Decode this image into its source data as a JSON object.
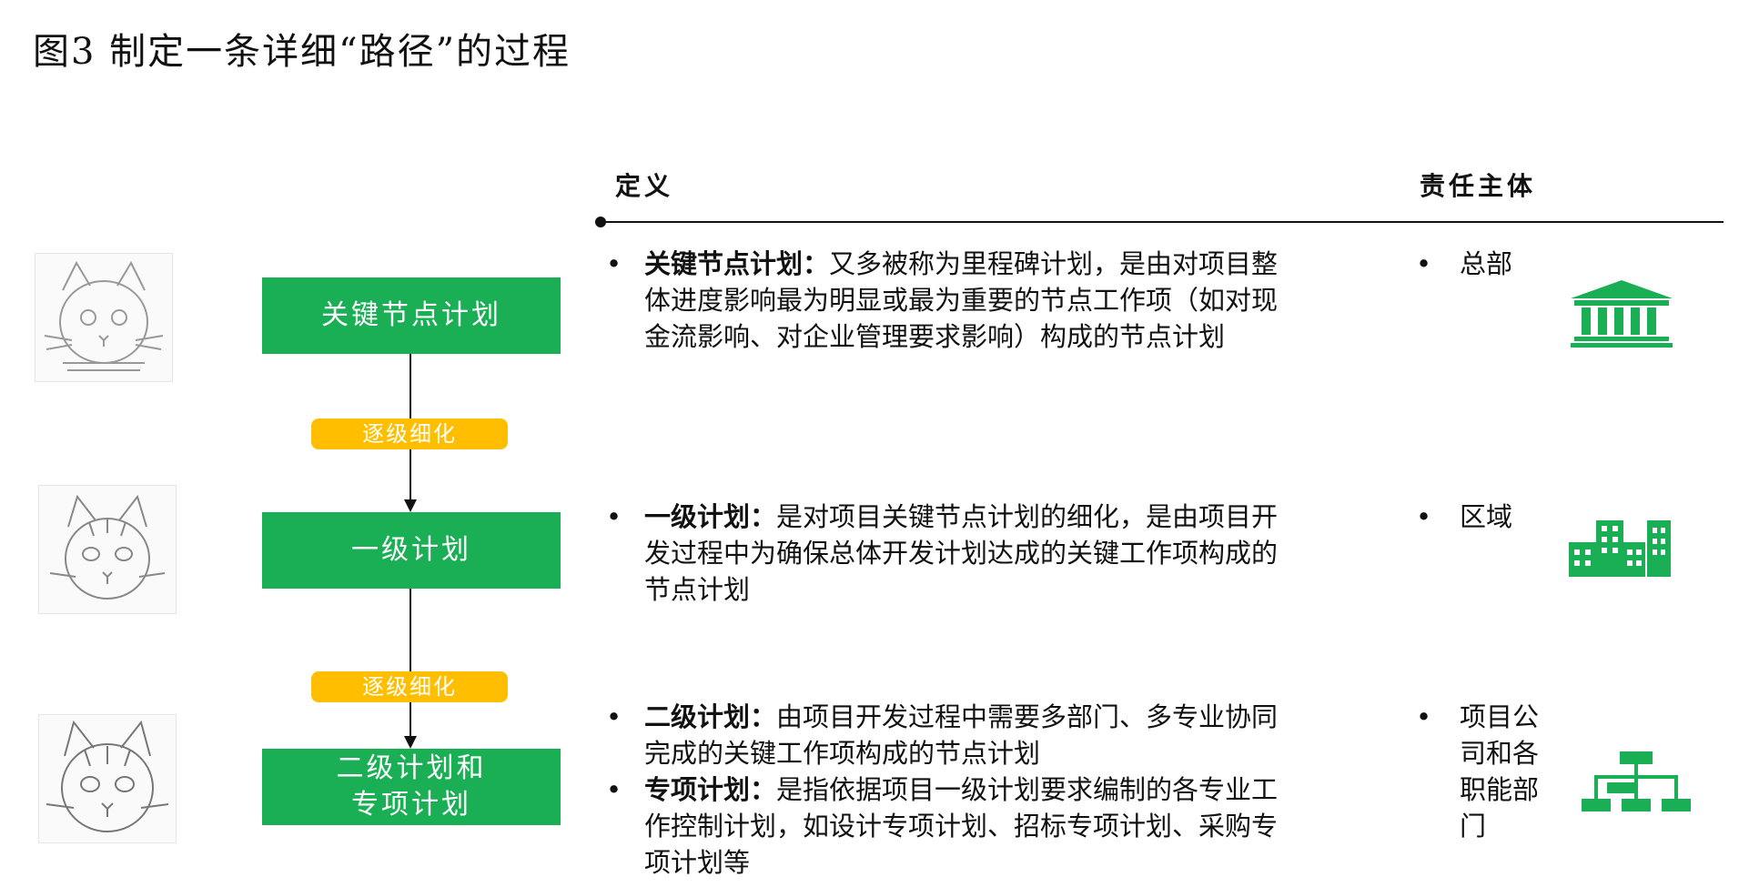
{
  "title": "图3 制定一条详细“路径”的过程",
  "header": {
    "definition": "定义",
    "responsible": "责任主体"
  },
  "bullet": "•",
  "flow": {
    "boxes": [
      {
        "lines": [
          "关键节点计划"
        ]
      },
      {
        "lines": [
          "一级计划"
        ]
      },
      {
        "lines": [
          "二级计划和",
          "专项计划"
        ]
      }
    ],
    "refine_label": "逐级细化"
  },
  "rows": [
    {
      "items": [
        {
          "term": "关键节点计划：",
          "text": "又多被称为里程碑计划，是由对项目整体进度影响最为明显或最为重要的节点工作项（如对现金流影响、对企业管理要求影响）构成的节点计划"
        }
      ],
      "responsible": "总部",
      "icon": "bank-building-icon"
    },
    {
      "items": [
        {
          "term": "一级计划：",
          "text": "是对项目关键节点计划的细化，是由项目开发过程中为确保总体开发计划达成的关键工作项构成的节点计划"
        }
      ],
      "responsible": "区域",
      "icon": "city-buildings-icon"
    },
    {
      "items": [
        {
          "term": "二级计划：",
          "text": "由项目开发过程中需要多部门、多专业协同完成的关键工作项构成的节点计划"
        },
        {
          "term": "专项计划：",
          "text": "是指依据项目一级计划要求编制的各专业工作控制计划，如设计专项计划、招标专项计划、采购专项计划等"
        }
      ],
      "responsible": "项目公司和各职能部门",
      "icon": "org-chart-icon"
    }
  ],
  "colors": {
    "green": "#1aaf54",
    "yellow": "#ffbf00",
    "icon_green": "#1aaf54"
  }
}
